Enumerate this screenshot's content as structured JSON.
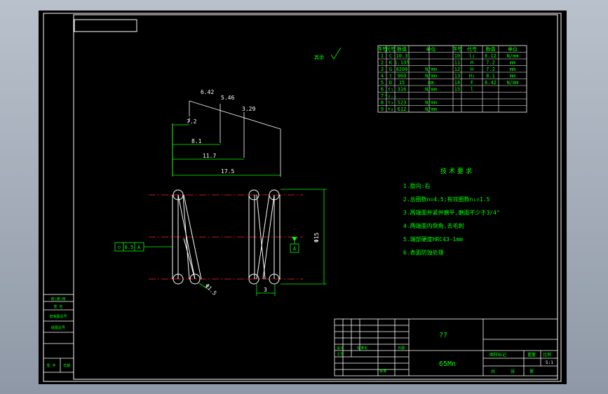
{
  "colors": {
    "background": "#000000",
    "frame": "#ffffff",
    "dimension": "#00ff00",
    "centerline": "#ff0000",
    "spring": "#ffffff"
  },
  "roughness_note": "其余",
  "dimensions": {
    "d642": "6.42",
    "d546": "5.46",
    "d329": "3.29",
    "d72": "7.2",
    "d81": "8.1",
    "d117": "11.7",
    "d175": "17.5",
    "d_od": "Φ15",
    "d_wire": "Φ1.5",
    "d_pitch": "3"
  },
  "tolerance": {
    "symbol": "⌭",
    "value": "0.5",
    "datum": "A"
  },
  "datum_label": "A",
  "param_table": {
    "header": [
      "序号",
      "代号",
      "数值",
      "单位",
      "序号",
      "代号",
      "数值",
      "单位"
    ],
    "rows": [
      [
        "1",
        "C",
        "10.3",
        "",
        "10",
        "l₂",
        "6.12",
        "N/mm"
      ],
      [
        "2",
        "K",
        "1.135",
        "",
        "11",
        "H",
        "7.2",
        "mm"
      ],
      [
        "3",
        "G",
        "8200",
        "N/mm",
        "12",
        "H",
        "7.2",
        "mm"
      ],
      [
        "4",
        "τ",
        "960",
        "N/mm",
        "13",
        "H₂",
        "8.1",
        "mm"
      ],
      [
        "5",
        "D",
        "15",
        "mm",
        "14",
        "F",
        "6.42",
        "N/mm"
      ],
      [
        "6",
        "τ₁",
        "316",
        "N/mm",
        "15",
        "l",
        "",
        ""
      ],
      [
        "7",
        "τ₂.₅",
        "",
        "",
        "",
        "",
        "",
        ""
      ],
      [
        "8",
        "τ₃",
        "523",
        "N/mm",
        "",
        "",
        "",
        ""
      ],
      [
        "9",
        "τ₄",
        "612",
        "N/mm",
        "",
        "",
        "",
        ""
      ]
    ]
  },
  "tech_requirements": {
    "title": "技术要求",
    "items": [
      "1.旋向:右",
      "2.总圈数n=4.5;有效圈数n₁=1.5",
      "3.两端面并紧并磨平,磨面不少于3/4°",
      "4.两端面内倒角,去毛刺",
      "5.端部硬度HRC43-1mm",
      "6.表面防蚀处理"
    ]
  },
  "title_block": {
    "part_name": "??",
    "material": "65Mn",
    "cells": {
      "design": "设计",
      "standard": "标准化",
      "process": "工艺",
      "approve": "批准",
      "marks": "图样标记",
      "weight": "重量",
      "scale": "比例",
      "scale_value": "5:1",
      "sheets": "共",
      "sheet": "张",
      "sheet_of": "第",
      "date": "日期"
    }
  },
  "left_block": {
    "labels": [
      "借(通)用",
      "签 名",
      "旧底图总号",
      "底图总号",
      "签 字",
      "日期"
    ]
  }
}
